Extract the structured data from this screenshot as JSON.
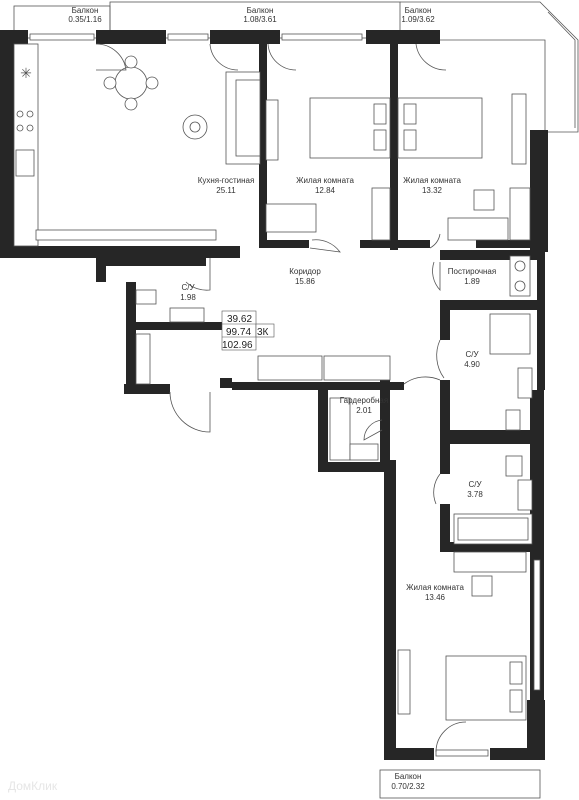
{
  "rooms": {
    "kitchen": {
      "name": "Кухня-гостиная",
      "area": "25.11"
    },
    "bedroom1": {
      "name": "Жилая комната",
      "area": "12.84"
    },
    "bedroom2": {
      "name": "Жилая комната",
      "area": "13.32"
    },
    "bedroom3": {
      "name": "Жилая комната",
      "area": "13.46"
    },
    "corridor": {
      "name": "Коридор",
      "area": "15.86"
    },
    "laundry": {
      "name": "Постирочная",
      "area": "1.89"
    },
    "wc1": {
      "name": "С/У",
      "area": "1.98"
    },
    "wc2": {
      "name": "С/У",
      "area": "4.90"
    },
    "wc3": {
      "name": "С/У",
      "area": "3.78"
    },
    "wardrobe": {
      "name": "Гардеробная",
      "area": "2.01"
    },
    "balcony1": {
      "name": "Балкон",
      "area": "0.35/1.16"
    },
    "balcony2": {
      "name": "Балкон",
      "area": "1.08/3.61"
    },
    "balcony3": {
      "name": "Балкон",
      "area": "1.09/3.62"
    },
    "balcony4": {
      "name": "Балкон",
      "area": "0.70/2.32"
    }
  },
  "summary": {
    "living": "39.62",
    "total": "99.74",
    "rooms": "3К",
    "with_balconies": "102.96"
  },
  "watermark": "ДомКлик"
}
